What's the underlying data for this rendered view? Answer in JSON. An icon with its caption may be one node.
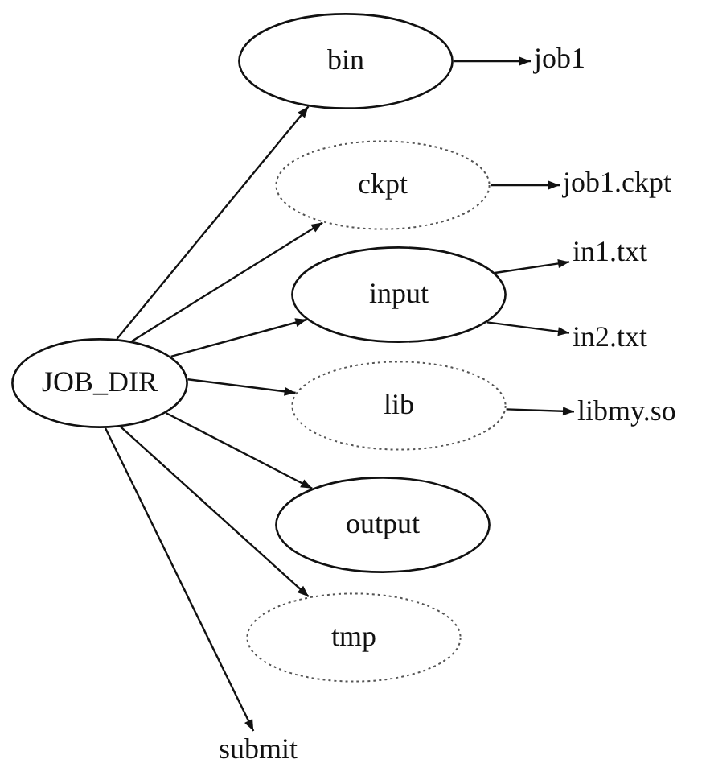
{
  "diagram": {
    "nodes": [
      {
        "text": [
          "JOB_DIR"
        ]
      },
      {
        "text": [
          "bin"
        ]
      },
      {
        "text": [
          "ckpt"
        ]
      },
      {
        "text": [
          "input"
        ]
      },
      {
        "text": [
          "lib"
        ]
      },
      {
        "text": [
          "output"
        ]
      },
      {
        "text": [
          "tmp"
        ]
      },
      {
        "text": [
          "submit"
        ]
      },
      {
        "text": [
          "job1"
        ]
      },
      {
        "text": [
          "job1.ckpt"
        ]
      },
      {
        "text": [
          "in1.txt"
        ]
      },
      {
        "text": [
          "in2.txt"
        ]
      },
      {
        "text": [
          "libmy.so"
        ]
      }
    ],
    "edges": [
      {
        "from": 0,
        "to": 1,
        "arrow": "to"
      },
      {
        "from": 0,
        "to": 2,
        "arrow": "to"
      },
      {
        "from": 0,
        "to": 3,
        "arrow": "to"
      },
      {
        "from": 0,
        "to": 4,
        "arrow": "to"
      },
      {
        "from": 0,
        "to": 5,
        "arrow": "to"
      },
      {
        "from": 0,
        "to": 6,
        "arrow": "to"
      },
      {
        "from": 0,
        "to": 7,
        "arrow": "to"
      },
      {
        "from": 1,
        "to": 8,
        "arrow": "to"
      },
      {
        "from": 2,
        "to": 9,
        "arrow": "to"
      },
      {
        "from": 3,
        "to": 10,
        "arrow": "to"
      },
      {
        "from": 3,
        "to": 11,
        "arrow": "to"
      },
      {
        "from": 4,
        "to": 12,
        "arrow": "to"
      }
    ]
  }
}
